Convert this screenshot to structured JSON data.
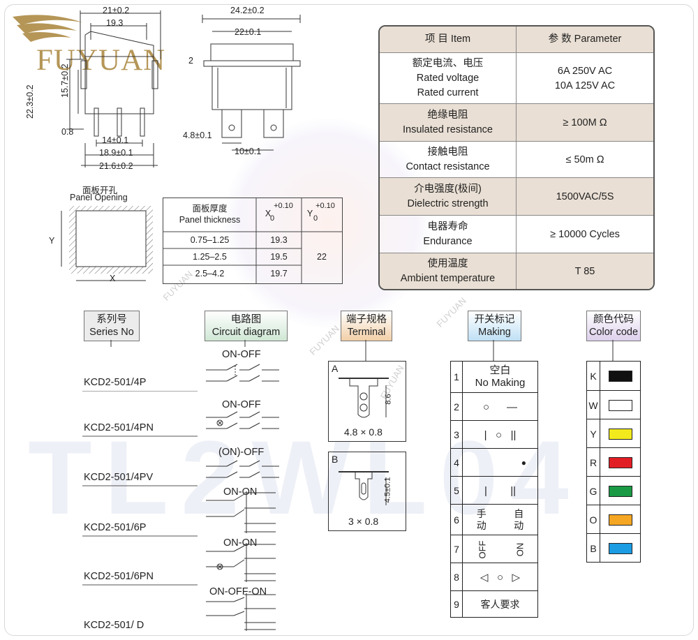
{
  "brand": {
    "name": "FUYUAN"
  },
  "watermarks": {
    "big": "TL2WL04",
    "small": "FUYUAN"
  },
  "dims": {
    "w1": "21±0.2",
    "w2": "19.3",
    "h1": "22.3±0.2",
    "h2": "15.7±0.2",
    "d08": "0.8",
    "b1": "14±0.1",
    "b2": "18.9±0.1",
    "b3": "21.6±0.2",
    "s1": "24.2±0.2",
    "s2": "22±0.1",
    "s3": "2",
    "s4": "4.8±0.1",
    "s5": "10±0.1"
  },
  "panel_opening": {
    "title_cn": "面板开孔",
    "title_en": "Panel Opening",
    "x": "X",
    "y": "Y"
  },
  "thickness_table": {
    "header_cn": "面板厚度",
    "header_en": "Panel thickness",
    "col_x": "X",
    "col_x_sup": "+0.10",
    "col_x_sub": "0",
    "col_y": "Y",
    "col_y_sup": "+0.10",
    "col_y_sub": "0",
    "rows": [
      {
        "t": "0.75–1.25",
        "x": "19.3"
      },
      {
        "t": "1.25–2.5",
        "x": "19.5"
      },
      {
        "t": "2.5–4.2",
        "x": "19.7"
      }
    ],
    "y_value": "22"
  },
  "params": {
    "header_item": "项 目   Item",
    "header_param": "参 数   Parameter",
    "rows": [
      {
        "cn": "额定电流、电压",
        "en1": "Rated voltage",
        "en2": "Rated current",
        "v1": "6A   250V AC",
        "v2": "10A 125V AC"
      },
      {
        "cn": "绝缘电阻",
        "en1": "Insulated resistance",
        "v1": "≥ 100M Ω"
      },
      {
        "cn": "接触电阻",
        "en1": "Contact resistance",
        "v1": "≤ 50m Ω"
      },
      {
        "cn": "介电强度(极间)",
        "en1": "Dielectric strength",
        "v1": "1500VAC/5S"
      },
      {
        "cn": "电器寿命",
        "en1": "Endurance",
        "v1": "≥ 10000 Cycles"
      },
      {
        "cn": "使用温度",
        "en1": "Ambient temperature",
        "v1": "T 85"
      }
    ]
  },
  "headers": {
    "series": {
      "cn": "系列号",
      "en": "Series No"
    },
    "circuit": {
      "cn": "电路图",
      "en": "Circuit diagram"
    },
    "terminal": {
      "cn": "端子规格",
      "en": "Terminal"
    },
    "making": {
      "cn": "开关标记",
      "en": "Making"
    },
    "color": {
      "cn": "颜色代码",
      "en": "Color code"
    }
  },
  "series": [
    {
      "name": "KCD2-501/4P",
      "circuit": "ON-OFF"
    },
    {
      "name": "KCD2-501/4PN",
      "circuit": "ON-OFF"
    },
    {
      "name": "KCD2-501/4PV",
      "circuit": "(ON)-OFF"
    },
    {
      "name": "KCD2-501/6P",
      "circuit": "ON-ON"
    },
    {
      "name": "KCD2-501/6PN",
      "circuit": "ON-ON"
    },
    {
      "name": "KCD2-501/ D",
      "circuit": "ON-OFF-ON"
    }
  ],
  "terminal": {
    "a_label": "A",
    "a_dim": "8.6",
    "a_size": "4.8 × 0.8",
    "b_label": "B",
    "b_dim": "4.5±0.1",
    "b_size": "3 × 0.8"
  },
  "making": {
    "rows": [
      {
        "n": "1",
        "l1": "空白",
        "l2": "No Making"
      },
      {
        "n": "2",
        "sym": "○      —"
      },
      {
        "n": "3",
        "sym": "|   ○   ||"
      },
      {
        "n": "4",
        "sym": "●"
      },
      {
        "n": "5",
        "sym": "|        ||"
      },
      {
        "n": "6",
        "a1": "手",
        "a2": "动",
        "b1": "自",
        "b2": "动"
      },
      {
        "n": "7",
        "a": "OFF",
        "b": "ON"
      },
      {
        "n": "8",
        "sym": "◁   ○   ▷"
      },
      {
        "n": "9",
        "txt": "客人要求"
      }
    ]
  },
  "colors": [
    {
      "code": "K",
      "hex": "#111111"
    },
    {
      "code": "W",
      "hex": "#ffffff"
    },
    {
      "code": "Y",
      "hex": "#f2ea1d"
    },
    {
      "code": "R",
      "hex": "#e21e25"
    },
    {
      "code": "G",
      "hex": "#1a9a44"
    },
    {
      "code": "O",
      "hex": "#f5a623"
    },
    {
      "code": "B",
      "hex": "#1b9ce3"
    }
  ]
}
